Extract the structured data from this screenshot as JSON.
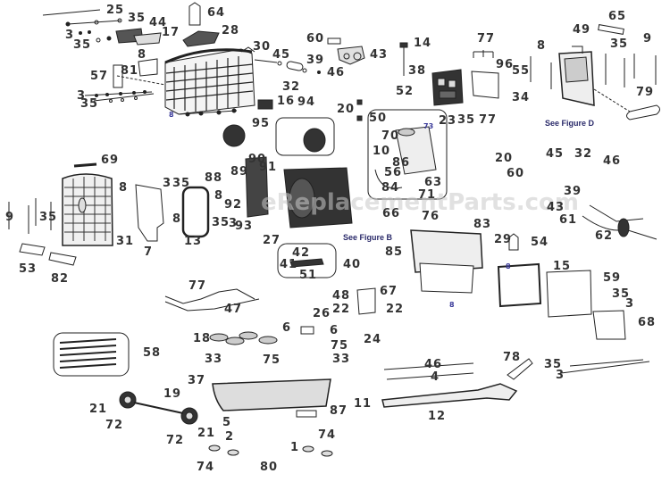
{
  "diagram": {
    "type": "exploded-parts-diagram",
    "watermark": "eReplacementParts.com",
    "figure_refs": [
      {
        "id": "fig-d",
        "text": "See Figure D"
      },
      {
        "id": "fig-b",
        "text": "See Figure B"
      }
    ],
    "callouts": [
      {
        "id": "c25a",
        "text": "25"
      },
      {
        "id": "c35a",
        "text": "35"
      },
      {
        "id": "c44",
        "text": "44"
      },
      {
        "id": "c3a",
        "text": "3"
      },
      {
        "id": "c17",
        "text": "17"
      },
      {
        "id": "c35b",
        "text": "35"
      },
      {
        "id": "c64",
        "text": "64"
      },
      {
        "id": "c28",
        "text": "28"
      },
      {
        "id": "c8a",
        "text": "8"
      },
      {
        "id": "c57",
        "text": "57"
      },
      {
        "id": "c81",
        "text": "81"
      },
      {
        "id": "c3b",
        "text": "3"
      },
      {
        "id": "c35c",
        "text": "35"
      },
      {
        "id": "c8b",
        "text": "8"
      },
      {
        "id": "c30",
        "text": "30"
      },
      {
        "id": "c45a",
        "text": "45"
      },
      {
        "id": "c39a",
        "text": "39"
      },
      {
        "id": "c32a",
        "text": "32"
      },
      {
        "id": "c46a",
        "text": "46"
      },
      {
        "id": "c60a",
        "text": "60"
      },
      {
        "id": "c43a",
        "text": "43"
      },
      {
        "id": "c14",
        "text": "14"
      },
      {
        "id": "c38",
        "text": "38"
      },
      {
        "id": "c16",
        "text": "16"
      },
      {
        "id": "c94",
        "text": "94"
      },
      {
        "id": "c95",
        "text": "95"
      },
      {
        "id": "c20a",
        "text": "20"
      },
      {
        "id": "c52",
        "text": "52"
      },
      {
        "id": "c50",
        "text": "50"
      },
      {
        "id": "c73",
        "text": "73"
      },
      {
        "id": "c70",
        "text": "70"
      },
      {
        "id": "c10",
        "text": "10"
      },
      {
        "id": "c86",
        "text": "86"
      },
      {
        "id": "c56",
        "text": "56"
      },
      {
        "id": "c84",
        "text": "84"
      },
      {
        "id": "c63",
        "text": "63"
      },
      {
        "id": "c71",
        "text": "71"
      },
      {
        "id": "c23",
        "text": "23"
      },
      {
        "id": "c35d",
        "text": "35"
      },
      {
        "id": "c77a",
        "text": "77"
      },
      {
        "id": "c77b",
        "text": "77"
      },
      {
        "id": "c96",
        "text": "96"
      },
      {
        "id": "c55",
        "text": "55"
      },
      {
        "id": "c34",
        "text": "34"
      },
      {
        "id": "c8c",
        "text": "8"
      },
      {
        "id": "c49",
        "text": "49"
      },
      {
        "id": "c65",
        "text": "65"
      },
      {
        "id": "c35e",
        "text": "35"
      },
      {
        "id": "c9a",
        "text": "9"
      },
      {
        "id": "c79",
        "text": "79"
      },
      {
        "id": "c69",
        "text": "69"
      },
      {
        "id": "c8d",
        "text": "8"
      },
      {
        "id": "c9b",
        "text": "9"
      },
      {
        "id": "c35f",
        "text": "35"
      },
      {
        "id": "c31",
        "text": "31"
      },
      {
        "id": "c53",
        "text": "53"
      },
      {
        "id": "c82",
        "text": "82"
      },
      {
        "id": "c7",
        "text": "7"
      },
      {
        "id": "c3c",
        "text": "3"
      },
      {
        "id": "c35g",
        "text": "35"
      },
      {
        "id": "c8e",
        "text": "8"
      },
      {
        "id": "c13",
        "text": "13"
      },
      {
        "id": "c88",
        "text": "88"
      },
      {
        "id": "c8f",
        "text": "8"
      },
      {
        "id": "c35h",
        "text": "35"
      },
      {
        "id": "c3d",
        "text": "3"
      },
      {
        "id": "c89",
        "text": "89"
      },
      {
        "id": "c90",
        "text": "90"
      },
      {
        "id": "c91",
        "text": "91"
      },
      {
        "id": "c92",
        "text": "92"
      },
      {
        "id": "c93",
        "text": "93"
      },
      {
        "id": "c27",
        "text": "27"
      },
      {
        "id": "c66",
        "text": "66"
      },
      {
        "id": "c76",
        "text": "76"
      },
      {
        "id": "c83",
        "text": "83"
      },
      {
        "id": "c20b",
        "text": "20"
      },
      {
        "id": "c45b",
        "text": "45"
      },
      {
        "id": "c32b",
        "text": "32"
      },
      {
        "id": "c46b",
        "text": "46"
      },
      {
        "id": "c60b",
        "text": "60"
      },
      {
        "id": "c39b",
        "text": "39"
      },
      {
        "id": "c43b",
        "text": "43"
      },
      {
        "id": "c61",
        "text": "61"
      },
      {
        "id": "c62",
        "text": "62"
      },
      {
        "id": "c29",
        "text": "29"
      },
      {
        "id": "c54",
        "text": "54"
      },
      {
        "id": "c85",
        "text": "85"
      },
      {
        "id": "c15",
        "text": "15"
      },
      {
        "id": "c8g",
        "text": "8"
      },
      {
        "id": "c59",
        "text": "59"
      },
      {
        "id": "c35i",
        "text": "35"
      },
      {
        "id": "c3e",
        "text": "3"
      },
      {
        "id": "c68",
        "text": "68"
      },
      {
        "id": "c67",
        "text": "67"
      },
      {
        "id": "c8h",
        "text": "8"
      },
      {
        "id": "c42",
        "text": "42"
      },
      {
        "id": "c41",
        "text": "41"
      },
      {
        "id": "c40",
        "text": "40"
      },
      {
        "id": "c51",
        "text": "51"
      },
      {
        "id": "c77c",
        "text": "77"
      },
      {
        "id": "c47",
        "text": "47"
      },
      {
        "id": "c48",
        "text": "48"
      },
      {
        "id": "c22a",
        "text": "22"
      },
      {
        "id": "c22b",
        "text": "22"
      },
      {
        "id": "c6a",
        "text": "6"
      },
      {
        "id": "c26",
        "text": "26"
      },
      {
        "id": "c24",
        "text": "24"
      },
      {
        "id": "c6b",
        "text": "6"
      },
      {
        "id": "c18",
        "text": "18"
      },
      {
        "id": "c75a",
        "text": "75"
      },
      {
        "id": "c33a",
        "text": "33"
      },
      {
        "id": "c75b",
        "text": "75"
      },
      {
        "id": "c33b",
        "text": "33"
      },
      {
        "id": "c58",
        "text": "58"
      },
      {
        "id": "c37",
        "text": "37"
      },
      {
        "id": "c19",
        "text": "19"
      },
      {
        "id": "c21a",
        "text": "21"
      },
      {
        "id": "c72a",
        "text": "72"
      },
      {
        "id": "c72b",
        "text": "72"
      },
      {
        "id": "c21b",
        "text": "21"
      },
      {
        "id": "c5",
        "text": "5"
      },
      {
        "id": "c2",
        "text": "2"
      },
      {
        "id": "c1",
        "text": "1"
      },
      {
        "id": "c87",
        "text": "87"
      },
      {
        "id": "c74a",
        "text": "74"
      },
      {
        "id": "c74b",
        "text": "74"
      },
      {
        "id": "c80",
        "text": "80"
      },
      {
        "id": "c46c",
        "text": "46"
      },
      {
        "id": "c4",
        "text": "4"
      },
      {
        "id": "c78",
        "text": "78"
      },
      {
        "id": "c11",
        "text": "11"
      },
      {
        "id": "c12",
        "text": "12"
      },
      {
        "id": "c35j",
        "text": "35"
      },
      {
        "id": "c3f",
        "text": "3"
      }
    ]
  }
}
